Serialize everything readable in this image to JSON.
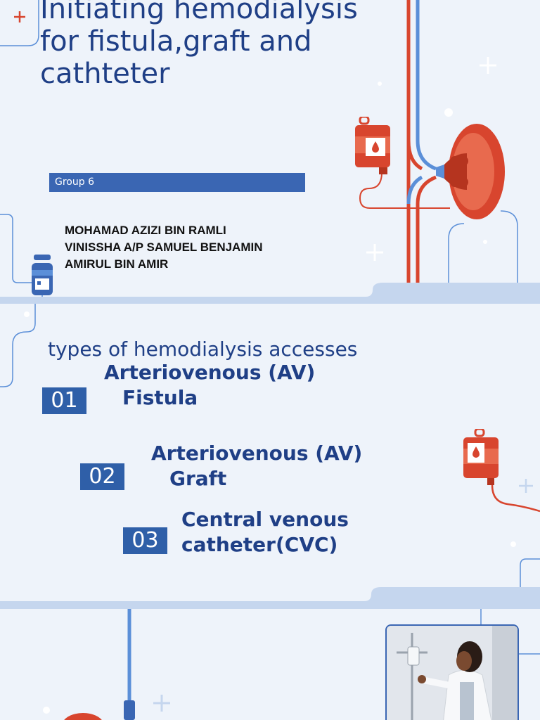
{
  "slide1": {
    "title_line1": "Initiating hemodialysis",
    "title_line2": "for  fistula,graft and",
    "title_line3": "cathteter",
    "group_label": "Group 6",
    "members": [
      "MOHAMAD AZIZI BIN RAMLI",
      "VINISSHA A/P SAMUEL BENJAMIN",
      "AMIRUL BIN AMIR"
    ]
  },
  "slide2": {
    "subtitle": "types of hemodialysis accesses",
    "items": [
      {
        "number": "01",
        "line1": "Arteriovenous (AV)",
        "line2": "Fistula"
      },
      {
        "number": "02",
        "line1": "Arteriovenous (AV)",
        "line2": "Graft"
      },
      {
        "number": "03",
        "line1": "Central venous",
        "line2": "catheter(CVC)"
      }
    ]
  },
  "colors": {
    "background": "#eef3fa",
    "primary": "#1f3f86",
    "accent_blue": "#3a66b3",
    "accent_red": "#d8452e",
    "line_blue": "#5b8fd8"
  }
}
